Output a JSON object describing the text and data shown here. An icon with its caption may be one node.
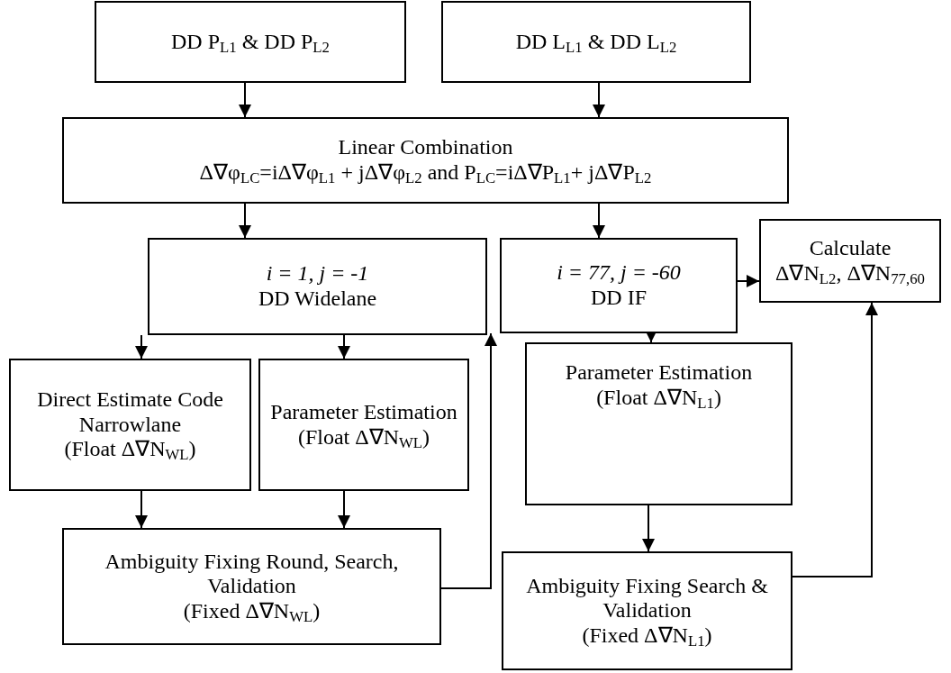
{
  "diagram": {
    "nodes": [
      {
        "text": [
          "DD P$_{L1}$ & DD P$_{L2}$"
        ]
      },
      {
        "text": [
          "DD L$_{L1}$ & DD L$_{L2}$"
        ]
      },
      {
        "text": [
          "Linear Combination",
          "Δ∇φ$_{LC}$=iΔ∇φ$_{L1}$ + jΔ∇φ$_{L2}$ and P$_{LC}$=iΔ∇P$_{L1}$+ jΔ∇P$_{L2}$"
        ]
      },
      {
        "text": [
          "i = 1, j = -1",
          "DD Widelane"
        ]
      },
      {
        "text": [
          "i = 77, j = -60",
          "DD IF"
        ]
      },
      {
        "text": [
          "Calculate",
          "Δ∇N$_{L2}$, Δ∇N$_{77,60}$"
        ]
      },
      {
        "text": [
          "Direct Estimate Code Narrowlane",
          "(Float Δ∇N$_{WL}$)"
        ]
      },
      {
        "text": [
          "Parameter Estimation",
          "(Float Δ∇N$_{WL}$)"
        ]
      },
      {
        "text": [
          "Parameter Estimation",
          "(Float Δ∇N$_{L1}$)"
        ]
      },
      {
        "text": [
          "Ambiguity Fixing Round, Search, Validation",
          "(Fixed Δ∇N$_{WL}$)"
        ]
      },
      {
        "text": [
          "Ambiguity Fixing Search & Validation",
          "(Fixed Δ∇N$_{L1}$)"
        ]
      }
    ],
    "edges": [
      {
        "from": 0,
        "to": 2,
        "arrow": "to"
      },
      {
        "from": 1,
        "to": 2,
        "arrow": "to"
      },
      {
        "from": 2,
        "to": 3,
        "arrow": "to"
      },
      {
        "from": 2,
        "to": 4,
        "arrow": "to"
      },
      {
        "from": 4,
        "to": 5,
        "arrow": "to"
      },
      {
        "from": 3,
        "to": 6,
        "arrow": "to"
      },
      {
        "from": 3,
        "to": 7,
        "arrow": "to"
      },
      {
        "from": 4,
        "to": 8,
        "arrow": "to"
      },
      {
        "from": 6,
        "to": 9,
        "arrow": "to"
      },
      {
        "from": 7,
        "to": 9,
        "arrow": "to"
      },
      {
        "from": 9,
        "to": 4,
        "arrow": "to"
      },
      {
        "from": 8,
        "to": 10,
        "arrow": "to"
      },
      {
        "from": 10,
        "to": 5,
        "arrow": "to"
      }
    ]
  }
}
